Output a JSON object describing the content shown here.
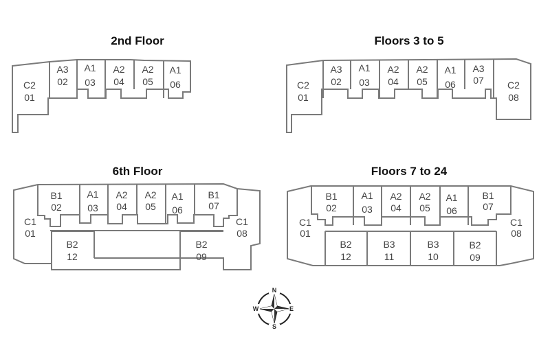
{
  "plans": [
    {
      "title": "2nd Floor",
      "units": [
        {
          "type": "C2",
          "number": "01"
        },
        {
          "type": "A3",
          "number": "02"
        },
        {
          "type": "A1",
          "number": "03"
        },
        {
          "type": "A2",
          "number": "04"
        },
        {
          "type": "A2",
          "number": "05"
        },
        {
          "type": "A1",
          "number": "06"
        }
      ]
    },
    {
      "title": "Floors 3 to 5",
      "units": [
        {
          "type": "C2",
          "number": "01"
        },
        {
          "type": "A3",
          "number": "02"
        },
        {
          "type": "A1",
          "number": "03"
        },
        {
          "type": "A2",
          "number": "04"
        },
        {
          "type": "A2",
          "number": "05"
        },
        {
          "type": "A1",
          "number": "06"
        },
        {
          "type": "A3",
          "number": "07"
        },
        {
          "type": "C2",
          "number": "08"
        }
      ]
    },
    {
      "title": "6th Floor",
      "units": [
        {
          "type": "C1",
          "number": "01"
        },
        {
          "type": "B1",
          "number": "02"
        },
        {
          "type": "A1",
          "number": "03"
        },
        {
          "type": "A2",
          "number": "04"
        },
        {
          "type": "A2",
          "number": "05"
        },
        {
          "type": "A1",
          "number": "06"
        },
        {
          "type": "B1",
          "number": "07"
        },
        {
          "type": "C1",
          "number": "08"
        },
        {
          "type": "B2",
          "number": "09"
        },
        {
          "type": "B2",
          "number": "12"
        }
      ]
    },
    {
      "title": "Floors 7 to 24",
      "units": [
        {
          "type": "C1",
          "number": "01"
        },
        {
          "type": "B1",
          "number": "02"
        },
        {
          "type": "A1",
          "number": "03"
        },
        {
          "type": "A2",
          "number": "04"
        },
        {
          "type": "A2",
          "number": "05"
        },
        {
          "type": "A1",
          "number": "06"
        },
        {
          "type": "B1",
          "number": "07"
        },
        {
          "type": "C1",
          "number": "08"
        },
        {
          "type": "B2",
          "number": "09"
        },
        {
          "type": "B3",
          "number": "10"
        },
        {
          "type": "B3",
          "number": "11"
        },
        {
          "type": "B2",
          "number": "12"
        }
      ]
    }
  ],
  "compass": {
    "north": "N",
    "south": "S",
    "east": "E",
    "west": "W"
  },
  "colors": {
    "wall": "#7a7a7a",
    "label": "#444444",
    "title": "#111111"
  }
}
